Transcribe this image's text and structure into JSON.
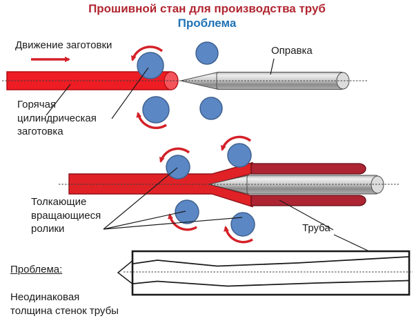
{
  "title": {
    "line1": "Прошивной стан для производства  труб",
    "line2": "Проблема"
  },
  "labels": {
    "movement": "Движение заготовки",
    "mandrel": "Оправка",
    "billet": "Горячая\nцилиндрическая\nзаготовка",
    "rollers": "Толкающие\nвращающиеся\nролики",
    "tube": "Труба",
    "problem_title": "Проблема:",
    "problem_text": "Неодинаковая\nтолщина стенок трубы"
  },
  "icons": {
    "motion_arrow": "red-right-arrow",
    "rotation_arrows": "red-curved-rotation-arrows"
  },
  "colors": {
    "title_red": "#b12631",
    "title_blue": "#2173b6",
    "billet_red": "#ee1c23",
    "billet_edge": "#b00d12",
    "tube_dark_red": "#ad2433",
    "tube_edge": "#5e0e15",
    "roller_blue": "#5b87c5",
    "roller_edge": "#3f618f",
    "arrow_red": "#d42028",
    "metal_gray": "#a8a8a8",
    "line_black": "#1a1a1a"
  }
}
